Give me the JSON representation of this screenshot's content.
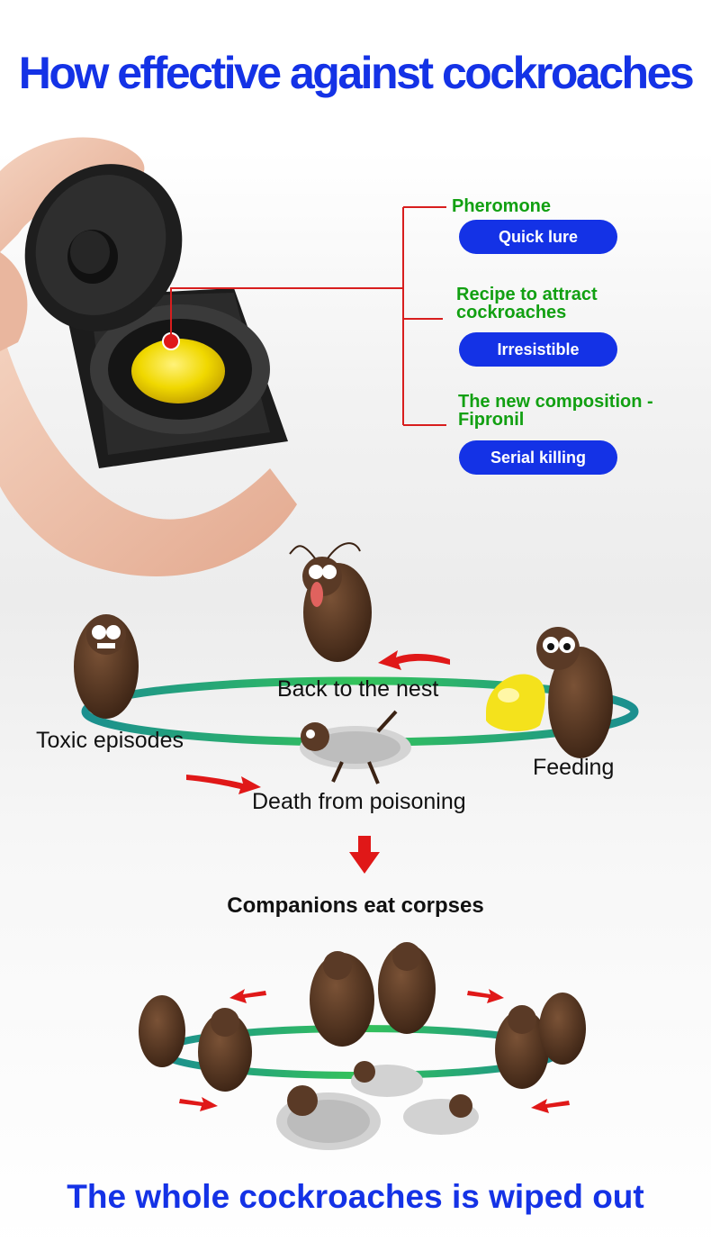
{
  "header": {
    "title": "How effective against cockroaches"
  },
  "callouts": [
    {
      "label": "Pheromone",
      "badge": "Quick lure"
    },
    {
      "label": "Recipe to attract\ncockroaches",
      "badge": "Irresistible"
    },
    {
      "label": "The new composition -\nFipronil",
      "badge": "Serial killing"
    }
  ],
  "cycle": {
    "back_to_nest": "Back to the nest",
    "toxic_episodes": "Toxic episodes",
    "feeding": "Feeding",
    "death": "Death from poisoning"
  },
  "companions": {
    "heading": "Companions eat corpses"
  },
  "footer": {
    "text": "The whole cockroaches is wiped out"
  },
  "colors": {
    "title_blue": "#1432e6",
    "callout_green": "#12a012",
    "connector_red": "#d81e1e",
    "arrow_red": "#e01818",
    "ring_teal": "#1f9a9a"
  }
}
